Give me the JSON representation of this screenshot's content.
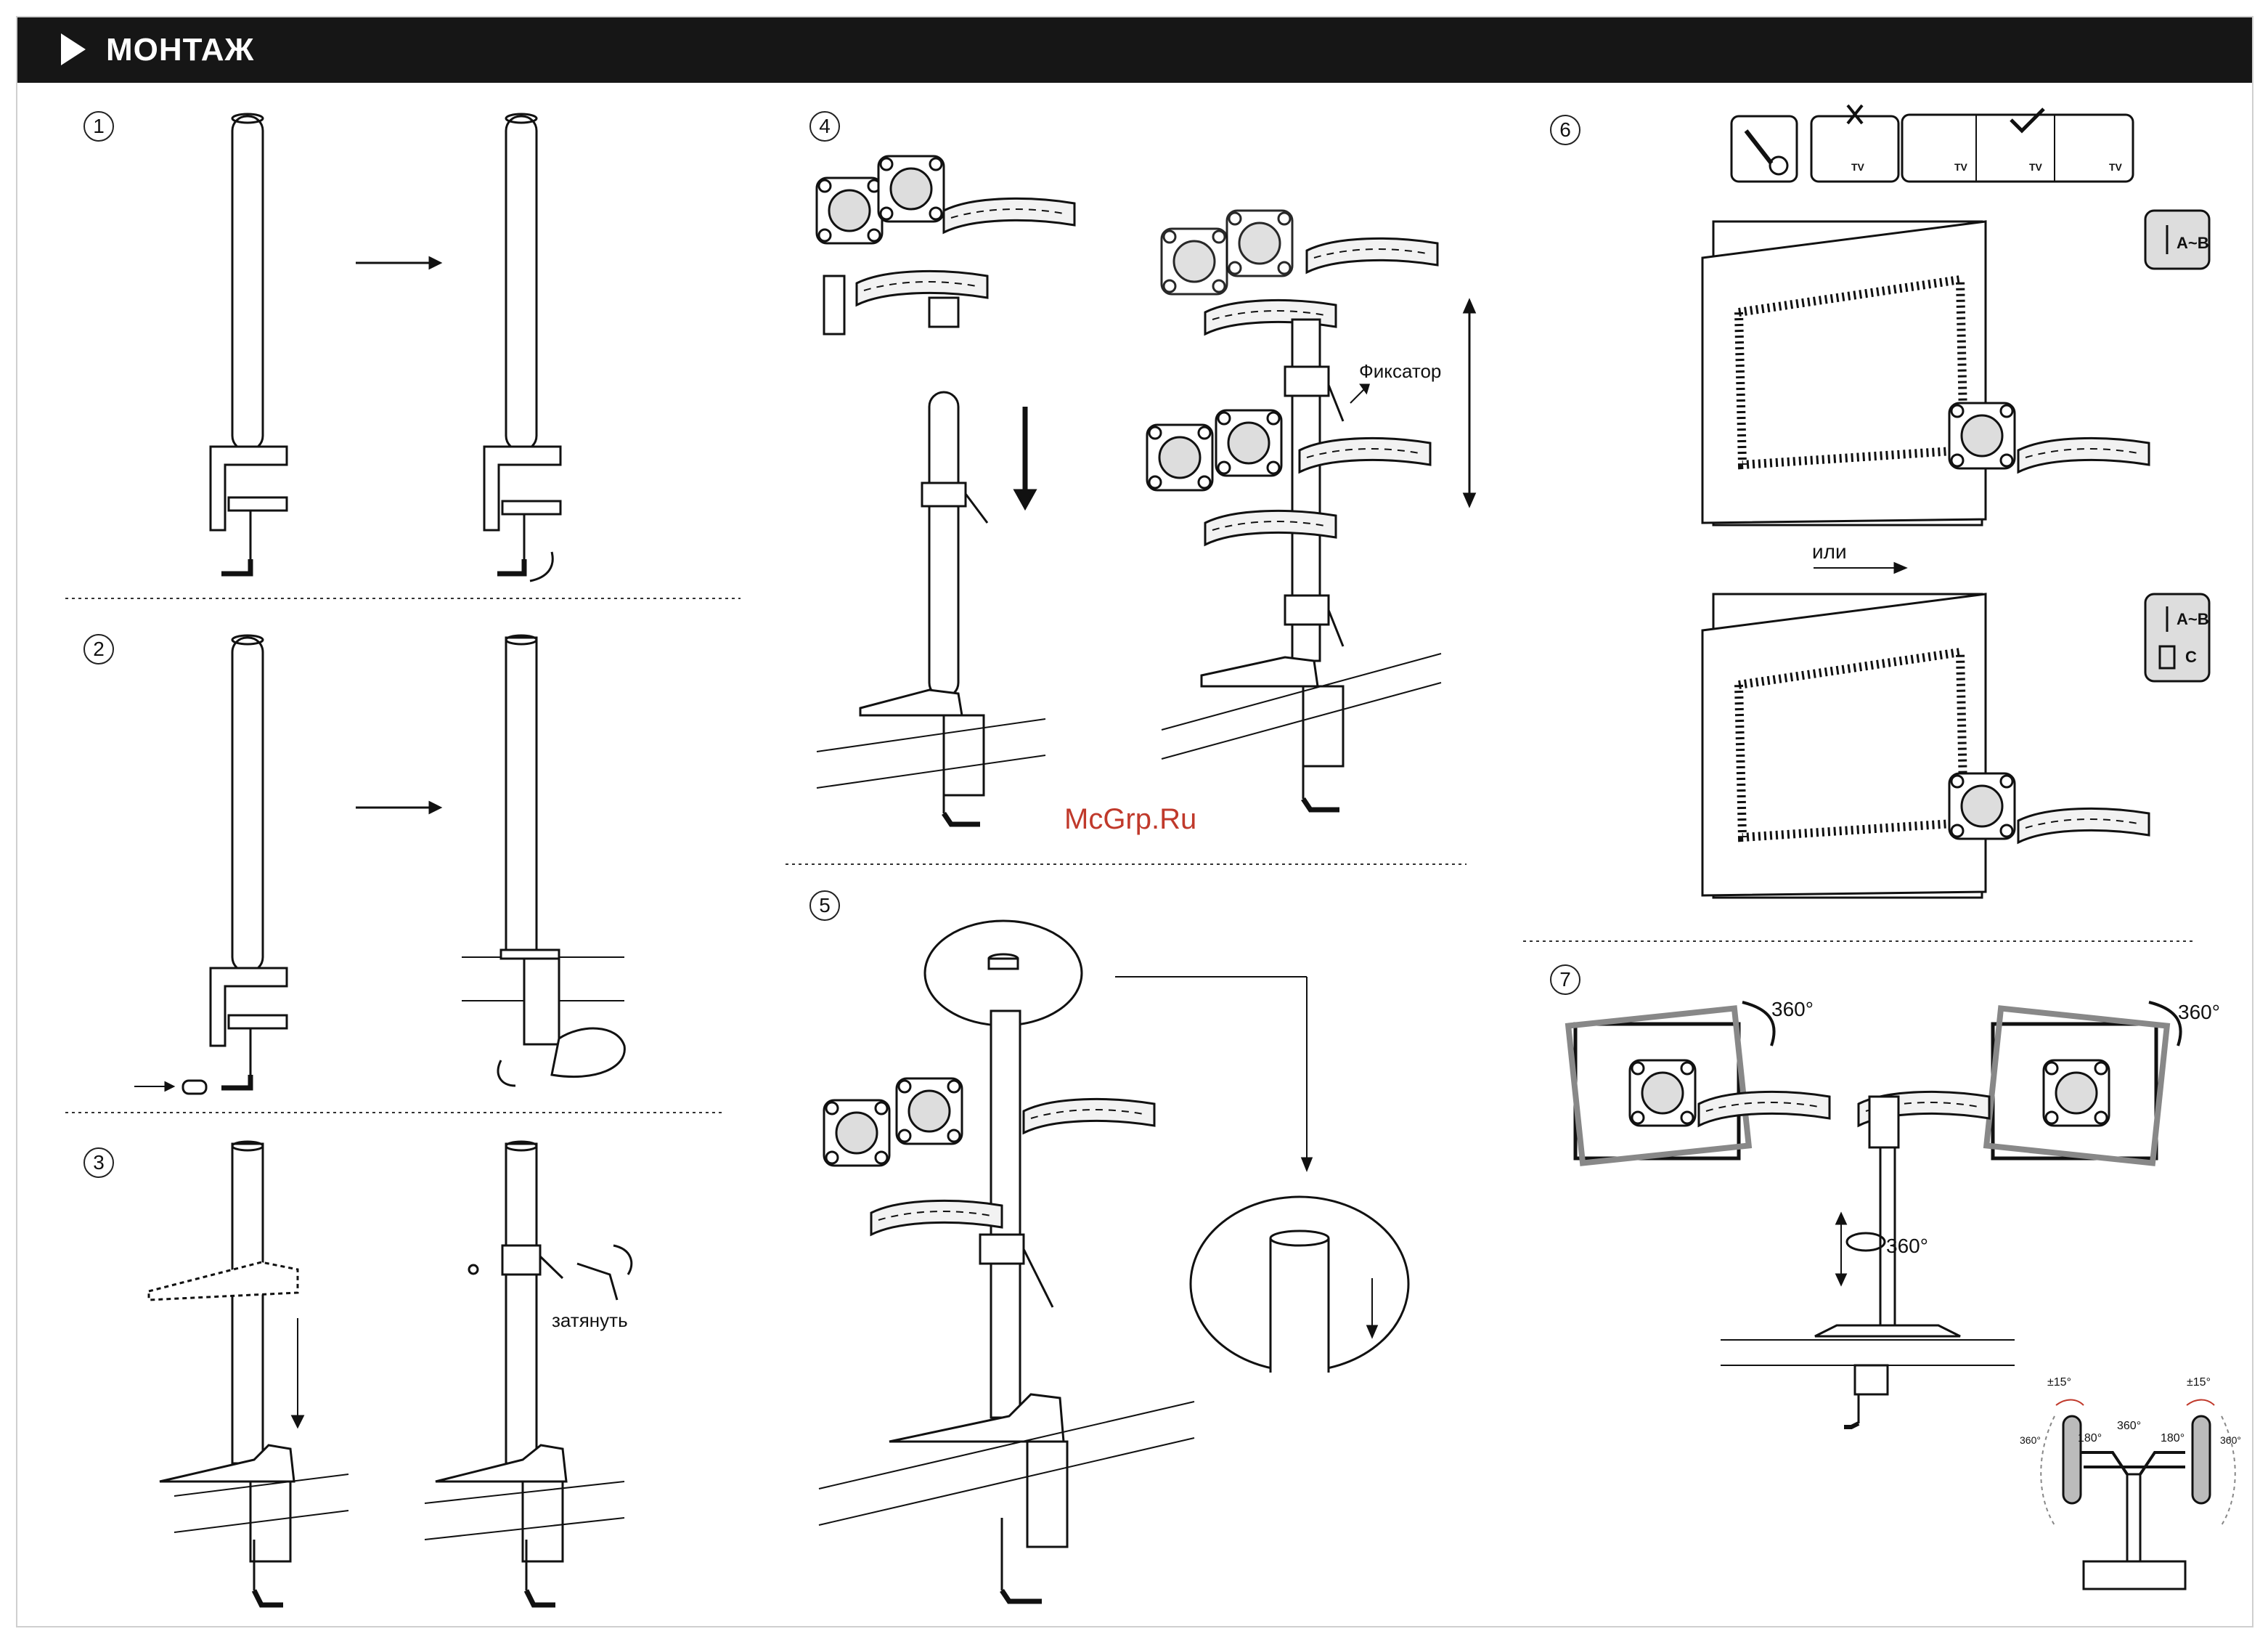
{
  "header": {
    "title": "МОНТАЖ"
  },
  "steps": [
    "1",
    "2",
    "3",
    "4",
    "5",
    "6",
    "7"
  ],
  "labels": {
    "tighten": "затянуть",
    "lock": "Фиксатор",
    "or": "или",
    "screw_ab_1": "A~B",
    "screw_ab_2": "A~B",
    "spacer_c": "C",
    "tv_1": "TV",
    "tv_2": "TV",
    "tv_3": "TV",
    "tv_4": "TV",
    "rot_left": "360°",
    "rot_right": "360°",
    "rot_pole": "360°",
    "deg_pm15_left": "±15°",
    "deg_pm15_right": "±15°",
    "deg_180_left": "180°",
    "deg_180_right": "180°",
    "deg_360_center": "360°",
    "deg_360_left": "360°",
    "deg_360_right": "360°"
  },
  "watermark": "McGrp.Ru",
  "colors": {
    "header_bg": "#161616",
    "header_text": "#ffffff",
    "line": "#111111",
    "watermark": "#c0392b"
  }
}
